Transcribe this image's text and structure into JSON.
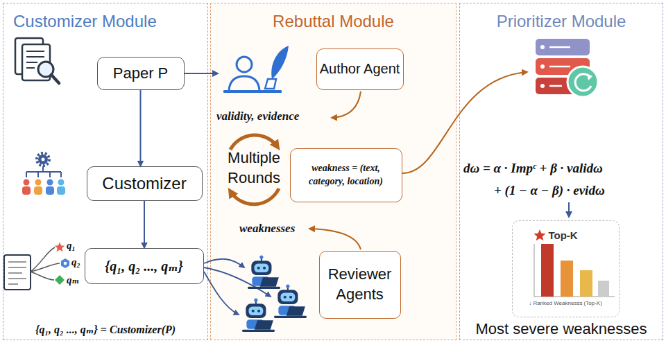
{
  "diagram": {
    "nodes": [
      {
        "text": [
          "Customizer Module"
        ]
      },
      {
        "text": [
          "Paper P"
        ],
        "in": 0
      },
      {
        "text": [
          "Customizer"
        ],
        "in": 0
      },
      {
        "text": [
          "{q₁, q₂ ..., qₘ}"
        ],
        "in": 0
      },
      {
        "text": [
          "Rebuttal Module"
        ]
      },
      {
        "text": [
          "Author Agent"
        ],
        "in": 4
      },
      {
        "text": [
          "weakness = (text, category, location)"
        ],
        "in": 4
      },
      {
        "text": [
          "Reviewer Agents"
        ],
        "in": 4
      },
      {
        "text": [
          "Prioritizer Module"
        ]
      },
      {
        "text": [
          "Top-K",
          "↓ Ranked Weaknesss (Top-K)"
        ],
        "in": 8
      }
    ],
    "edges": [
      {
        "from": 1,
        "to": 2,
        "arrow": "to"
      },
      {
        "from": 2,
        "to": 3,
        "arrow": "to"
      }
    ],
    "labels": [
      "validity, evidence",
      "Multiple Rounds",
      "weaknesses",
      "dω = α · Impᶜ + β · validω",
      "+ (1 − α − β) · evidω",
      "Most severe weaknesses",
      "q₁",
      "q₂",
      "qₘ",
      "{q₁, q₂ ..., qₘ} = Customizer(P)"
    ]
  }
}
